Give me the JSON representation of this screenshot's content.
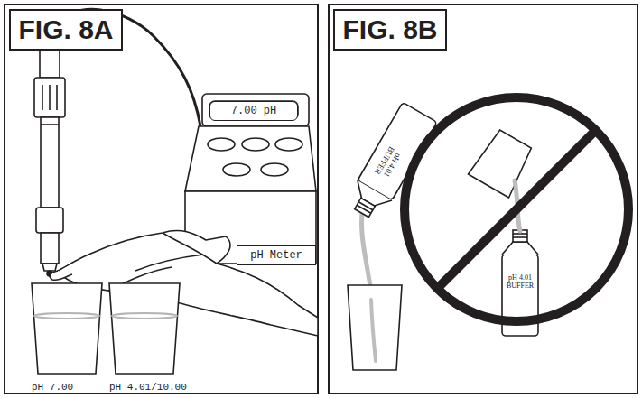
{
  "diagram": {
    "nodes": [
      {
        "text": [
          "FIG. 8A"
        ]
      },
      {
        "text": [
          "7.00 pH"
        ]
      },
      {
        "text": [
          "pH Meter"
        ]
      },
      {
        "text": [
          "FIG. 8B"
        ]
      }
    ],
    "labels": [
      "pH 7.00",
      "pH 4.01/10.00",
      "pH 4.01 BUFFER",
      "pH 4.01 BUFFER"
    ]
  }
}
